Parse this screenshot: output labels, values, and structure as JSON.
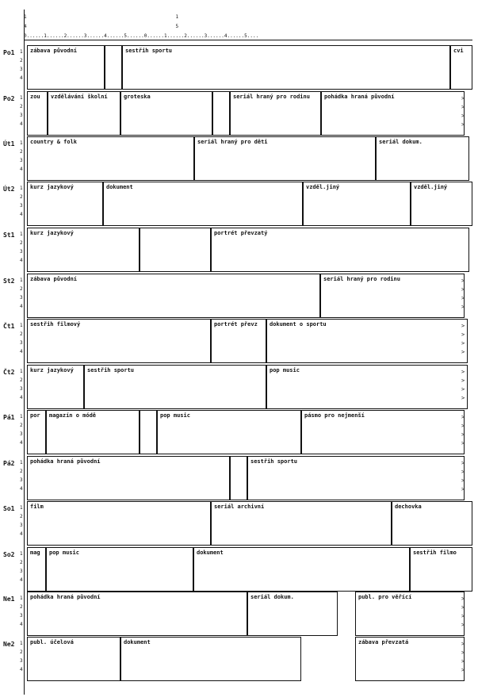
{
  "ruler": {
    "line1": "1                                                    1",
    "line2": "4                                                    5",
    "line3": "0......1......2......3......4......5......0......1......2......3......4......5...."
  },
  "line_numbers": [
    "1",
    "2",
    "3",
    "4"
  ],
  "row_marker": "<",
  "continue_marker": ">",
  "days": [
    {
      "label": "Po1",
      "blocks": [
        {
          "label": "zábava původní"
        },
        {
          "label": ""
        },
        {
          "label": "sestřih sportu"
        },
        {
          "label": "cvi"
        }
      ]
    },
    {
      "label": "Po2",
      "blocks": [
        {
          "label": "zou"
        },
        {
          "label": "vzdělávání školní"
        },
        {
          "label": "groteska"
        },
        {
          "label": ""
        },
        {
          "label": "seriál hraný pro rodinu"
        },
        {
          "label": "pohádka hraná původní"
        }
      ]
    },
    {
      "label": "Út1",
      "blocks": [
        {
          "label": "country & folk"
        },
        {
          "label": "seriál hraný pro děti"
        },
        {
          "label": "seriál dokum."
        }
      ]
    },
    {
      "label": "Út2",
      "blocks": [
        {
          "label": "kurz jazykový"
        },
        {
          "label": "dokument"
        },
        {
          "label": "vzděl.jiný"
        },
        {
          "label": "vzděl.jiný"
        }
      ]
    },
    {
      "label": "St1",
      "blocks": [
        {
          "label": "kurz jazykový"
        },
        {
          "label": ""
        },
        {
          "label": "portrét převzatý"
        }
      ]
    },
    {
      "label": "St2",
      "blocks": [
        {
          "label": "zábava původní"
        },
        {
          "label": "seriál hraný pro rodinu"
        }
      ]
    },
    {
      "label": "Čt1",
      "blocks": [
        {
          "label": "sestřih filmový"
        },
        {
          "label": "portrét převz"
        },
        {
          "label": "dokument o sportu"
        }
      ]
    },
    {
      "label": "Čt2",
      "blocks": [
        {
          "label": "kurz jazykový"
        },
        {
          "label": "sestřih sportu"
        },
        {
          "label": "pop music"
        }
      ]
    },
    {
      "label": "Pá1",
      "blocks": [
        {
          "label": "por"
        },
        {
          "label": "magazín o módě"
        },
        {
          "label": ""
        },
        {
          "label": "pop music"
        },
        {
          "label": "pásmo pro nejmenší"
        }
      ]
    },
    {
      "label": "Pá2",
      "blocks": [
        {
          "label": "pohádka hraná původní"
        },
        {
          "label": ""
        },
        {
          "label": "sestřih sportu"
        }
      ]
    },
    {
      "label": "So1",
      "blocks": [
        {
          "label": "film"
        },
        {
          "label": "seriál archivní"
        },
        {
          "label": "dechovka"
        }
      ]
    },
    {
      "label": "So2",
      "blocks": [
        {
          "label": "mag"
        },
        {
          "label": "pop music"
        },
        {
          "label": "dokument"
        },
        {
          "label": "sestřih filmo"
        }
      ]
    },
    {
      "label": "Ne1",
      "blocks": [
        {
          "label": "pohádka hraná původní"
        },
        {
          "label": "seriál dokum."
        },
        {
          "label": "publ. pro věřící"
        }
      ]
    },
    {
      "label": "Ne2",
      "blocks": [
        {
          "label": "publ. účelová"
        },
        {
          "label": "dokument"
        },
        {
          "label": "zábava převzatá"
        }
      ]
    }
  ]
}
